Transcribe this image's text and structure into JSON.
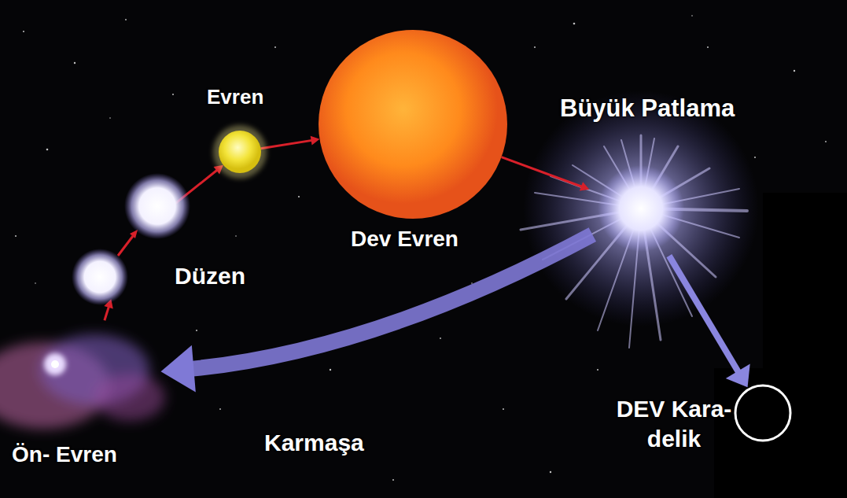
{
  "diagram": {
    "nodes": [
      {
        "text": [
          "Ön- Evren"
        ]
      },
      {
        "text": [
          "Düzen"
        ]
      },
      {
        "text": [
          "Evren"
        ]
      },
      {
        "text": [
          "Dev Evren"
        ]
      },
      {
        "text": [
          "Büyük Patlama"
        ]
      },
      {
        "text": [
          "DEV Kara-delik"
        ]
      }
    ],
    "edges": [
      {
        "from": 0,
        "to": 1,
        "arrow": "to"
      },
      {
        "from": 1,
        "to": 2,
        "arrow": "to"
      },
      {
        "from": 2,
        "to": 3,
        "arrow": "to"
      },
      {
        "from": 3,
        "to": 4,
        "arrow": "to"
      },
      {
        "from": 4,
        "to": 5,
        "arrow": "to"
      },
      {
        "from": 4,
        "to": 0,
        "label": "Karmaşa",
        "arrow": "to"
      }
    ]
  }
}
